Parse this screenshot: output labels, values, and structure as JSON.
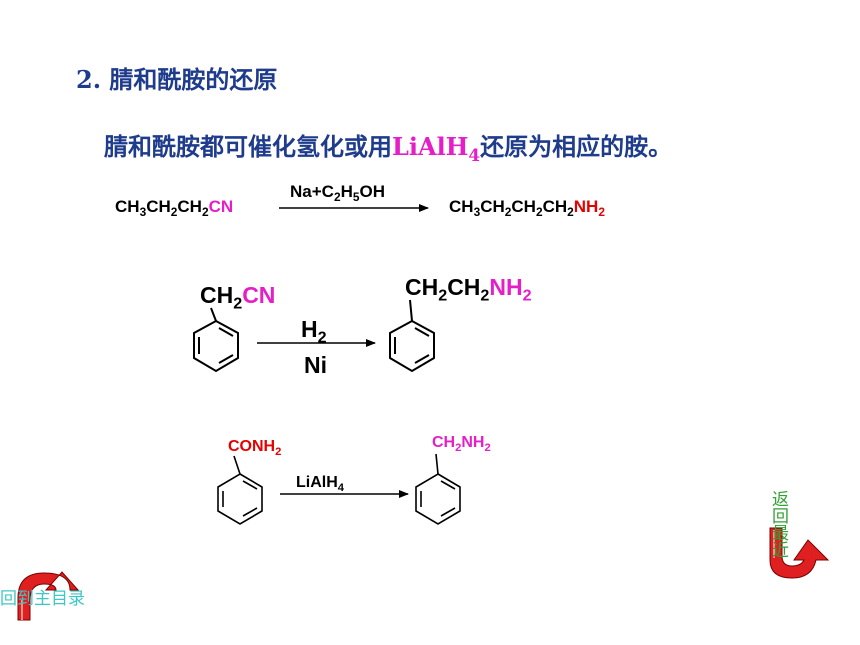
{
  "title": "2. 腈和酰胺的还原",
  "intro": {
    "text_before": "腈和酰胺都可催化氢化或用",
    "reagent": "LiAlH",
    "reagent_sub": "4",
    "text_after": "还原为相应的胺。"
  },
  "reaction1": {
    "reactant": {
      "p1": "CH",
      "s1": "3",
      "p2": "CH",
      "s2": "2",
      "p3": "CH",
      "s3": "2",
      "group": "CN"
    },
    "condition": {
      "p1": "Na+C",
      "s1": "2",
      "p2": "H",
      "s2": "5",
      "p3": "OH"
    },
    "product": {
      "p1": "CH",
      "s1": "3",
      "p2": "CH",
      "s2": "2",
      "p3": "CH",
      "s3": "2",
      "p4": "CH",
      "s4": "2",
      "group": "NH",
      "gsub": "2"
    }
  },
  "reaction2": {
    "reactant": {
      "p1": "CH",
      "s1": "2",
      "group": "CN"
    },
    "reagent_top": {
      "p1": "H",
      "s1": "2"
    },
    "reagent_bottom": "Ni",
    "product": {
      "p1": "CH",
      "s1": "2",
      "p2": "CH",
      "s2": "2",
      "group": "NH",
      "gsub": "2"
    }
  },
  "reaction3": {
    "reactant": {
      "group": "CONH",
      "gsub": "2"
    },
    "reagent": {
      "p1": "LiAlH",
      "s1": "4"
    },
    "product": {
      "p1": "CH",
      "s1": "2",
      "p2": "NH",
      "s2": "2"
    }
  },
  "nav": {
    "home_label": "回到主目录",
    "back_label": "返回最近",
    "home_icon": "u-turn-arrow-icon",
    "back_icon": "curved-return-arrow-icon"
  },
  "colors": {
    "title": "#1f3c8c",
    "highlight": "#e61ec8",
    "amine_red": "#e60000",
    "nav_home_text": "#3fc7c7",
    "nav_back_text": "#33a033",
    "nav_arrow": "#e02020"
  }
}
